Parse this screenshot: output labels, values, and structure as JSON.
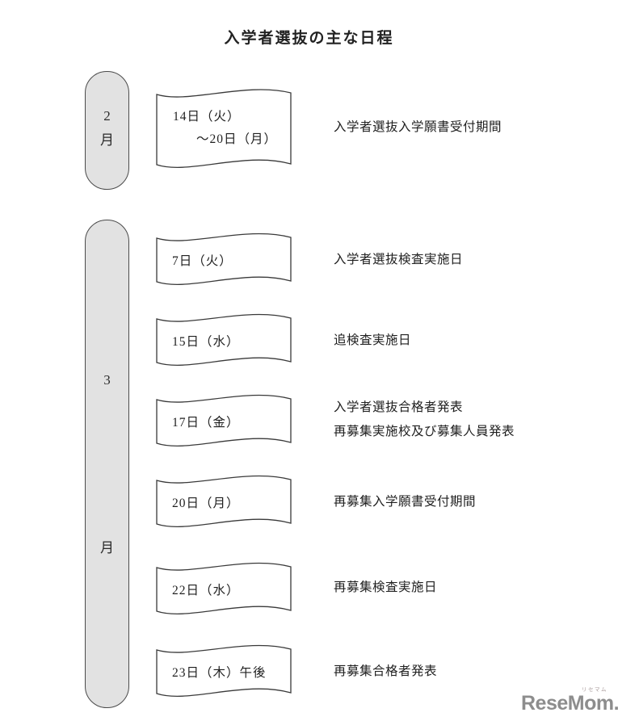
{
  "title": "入学者選抜の主な日程",
  "months": [
    {
      "name": "february",
      "label_lines": [
        "2",
        "月"
      ]
    },
    {
      "name": "march",
      "label_lines": [
        "3",
        "月"
      ]
    }
  ],
  "rows": [
    {
      "date_lines": [
        "14日（火）",
        "～20日（月）"
      ],
      "desc_lines": [
        "入学者選抜入学願書受付期間"
      ]
    },
    {
      "date_lines": [
        "7日（火）"
      ],
      "desc_lines": [
        "入学者選抜検査実施日"
      ]
    },
    {
      "date_lines": [
        "15日（水）"
      ],
      "desc_lines": [
        "追検査実施日"
      ]
    },
    {
      "date_lines": [
        "17日（金）"
      ],
      "desc_lines": [
        "入学者選抜合格者発表",
        "再募集実施校及び募集人員発表"
      ]
    },
    {
      "date_lines": [
        "20日（月）"
      ],
      "desc_lines": [
        "再募集入学願書受付期間"
      ]
    },
    {
      "date_lines": [
        "22日（水）"
      ],
      "desc_lines": [
        "再募集検査実施日"
      ]
    },
    {
      "date_lines": [
        "23日（木）午後"
      ],
      "desc_lines": [
        "再募集合格者発表"
      ]
    }
  ],
  "logo": {
    "text": "ReseMom.",
    "kana": "リセマム"
  },
  "colors": {
    "line": "#3a3a3a",
    "capsule_fill": "#e2e2e2",
    "logo_gray": "#8d8d8d",
    "background": "#ffffff"
  }
}
